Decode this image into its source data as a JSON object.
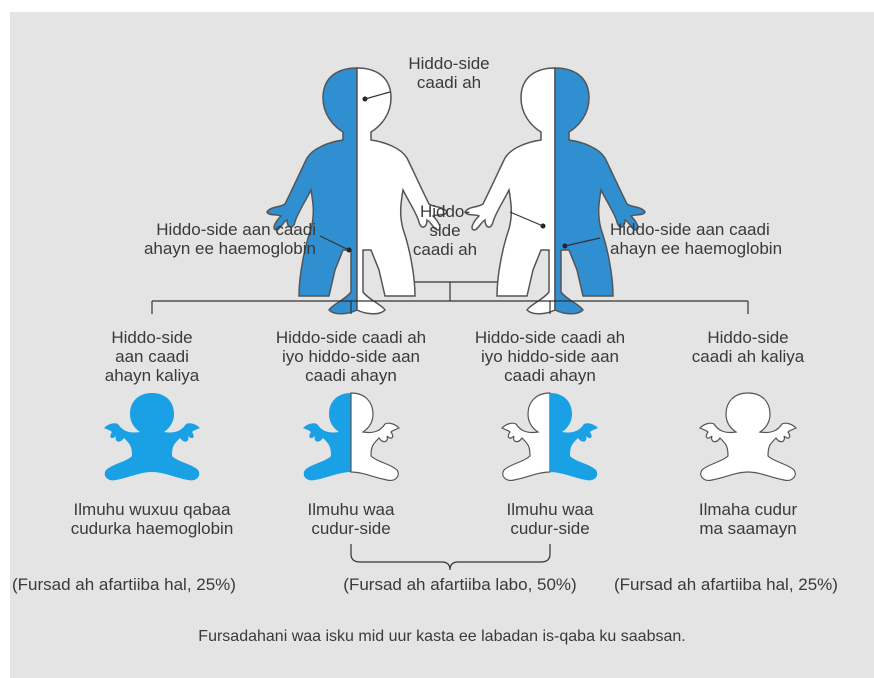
{
  "parents": {
    "mother_label": "Hiddo-side\ncaadi ah",
    "left_abnormal_label": "Hiddo-side aan caadi\nahayn ee haemoglobin",
    "father_normal_label": "Hiddo-\nside\ncaadi ah",
    "right_abnormal_label": "Hiddo-side aan caadi\nahayn ee haemoglobin"
  },
  "children": [
    {
      "genotype": "Hiddo-side\naan caadi\nahayn kaliya",
      "outcome": "Ilmuhu wuxuu qabaa\ncudurka haemoglobin"
    },
    {
      "genotype": "Hiddo-side caadi ah\niyo hiddo-side aan\ncaadi ahayn",
      "outcome": "Ilmuhu waa\ncudur-side"
    },
    {
      "genotype": "Hiddo-side caadi ah\niyo hiddo-side aan\ncaadi ahayn",
      "outcome": "Ilmuhu waa\ncudur-side"
    },
    {
      "genotype": "Hiddo-side\ncaadi ah kaliya",
      "outcome": "Ilmaha cudur\nma saamayn"
    }
  ],
  "chances": {
    "left": "(Fursad ah afartiiba hal, 25%)",
    "middle": "(Fursad ah afartiiba labo, 50%)",
    "right": "(Fursad ah afartiiba hal, 25%)"
  },
  "footer": "Fursadahani waa isku mid uur kasta ee labadan is-qaba ku saabsan.",
  "colors": {
    "panel": "#e4e4e4",
    "affected_blue": "#2f8fd0",
    "child_blue": "#1aa0e4",
    "text": "#3a3a3a",
    "outline": "#555555"
  }
}
